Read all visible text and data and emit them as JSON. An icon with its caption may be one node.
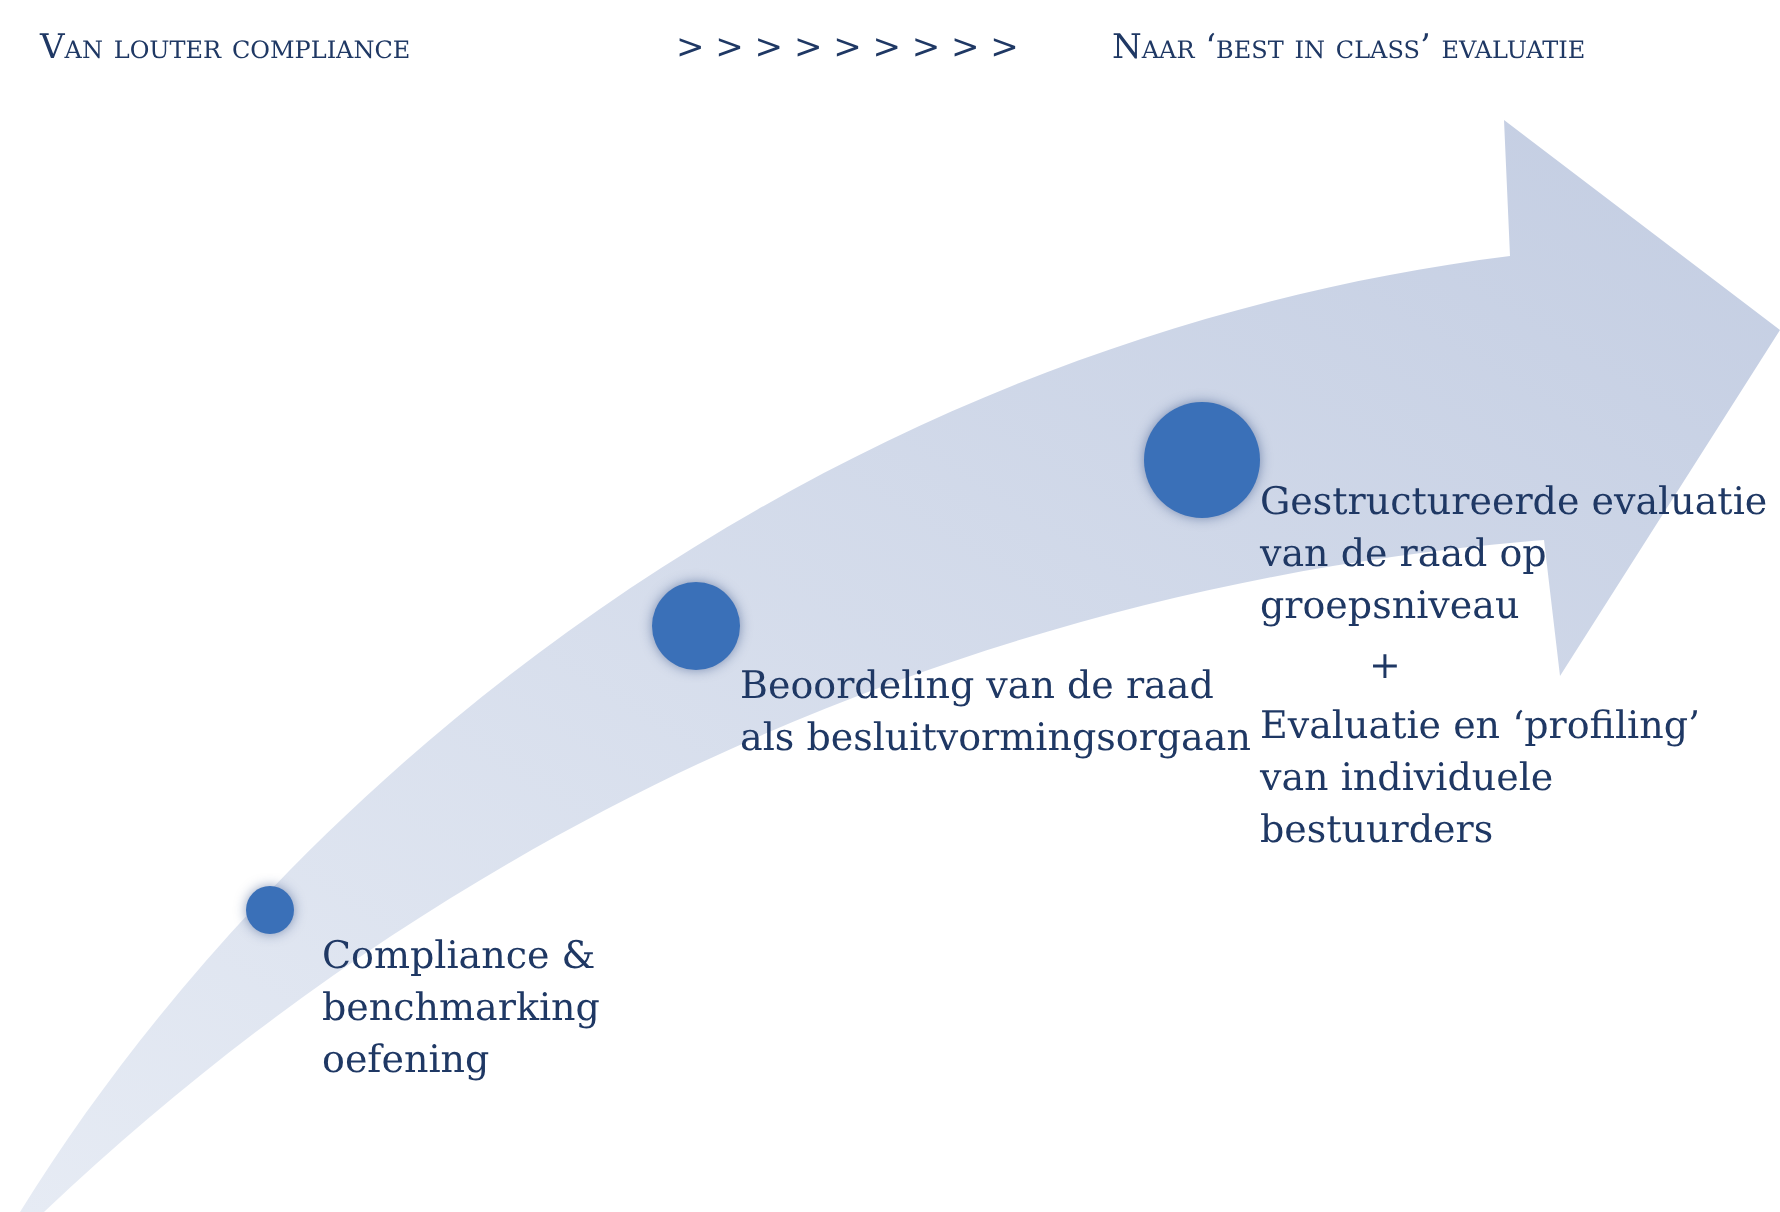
{
  "diagram": {
    "nodes": [
      {
        "text": [],
        "shape": "circle",
        "beside": [
          "Compliance & benchmarking oefening"
        ]
      },
      {
        "text": [],
        "shape": "circle",
        "beside": [
          "Beoordeling van de raad als besluitvormingsorgaan"
        ]
      },
      {
        "text": [],
        "shape": "circle",
        "beside": [
          "Gestructureerde evaluatie van de raad op groepsniveau",
          "+",
          "Evaluatie en ‘profiling’ van individuele bestuurders"
        ]
      }
    ],
    "labels": [
      "Van louter compliance",
      "> > > > > > > > >",
      "Naar ‘best in class’ evaluatie"
    ]
  }
}
